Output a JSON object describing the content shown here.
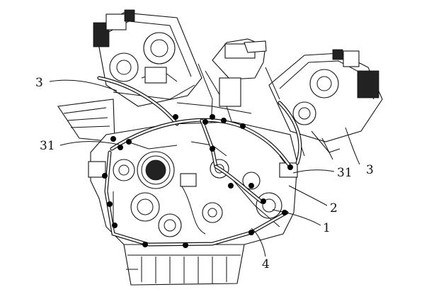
{
  "labels": {
    "top_left": "3",
    "left": "31",
    "right_31": "31",
    "right_3": "3",
    "right_2": "2",
    "right_1": "1",
    "bottom_4": "4"
  }
}
